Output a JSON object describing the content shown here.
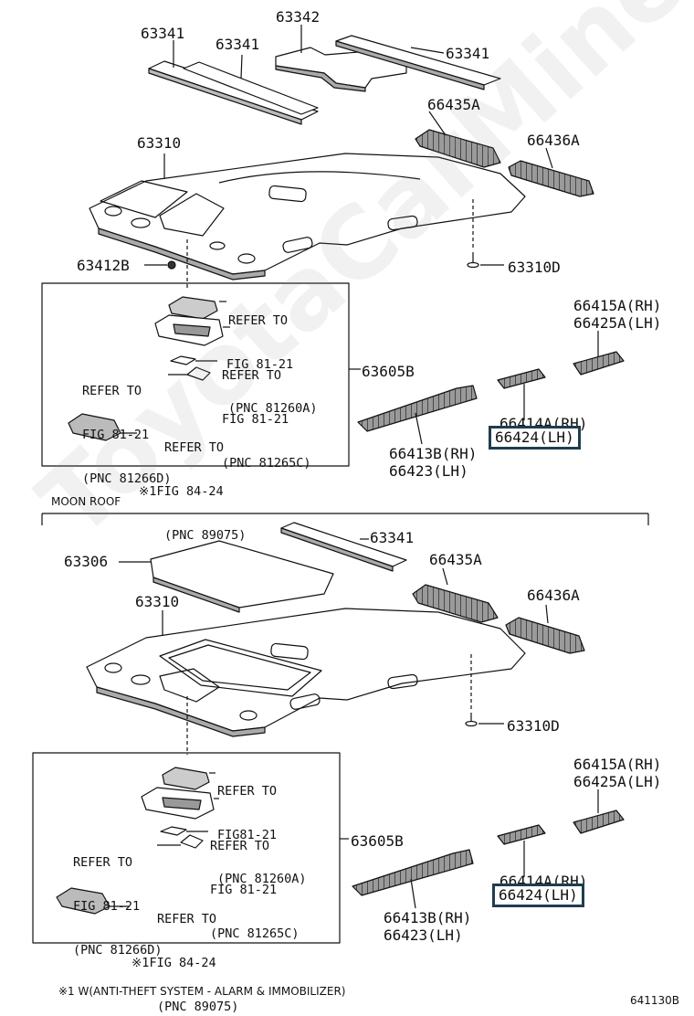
{
  "watermark": "ToyotaCarMine.ru",
  "section_label": "MOON ROOF",
  "footnote": "※1 W(ANTI-THEFT SYSTEM - ALARM & IMMOBILIZER)",
  "figure_id": "641130B",
  "labels": {
    "a_63341_left": "63341",
    "a_63341_mid": "63341",
    "a_63342": "63342",
    "a_63341_right": "63341",
    "a_66435A": "66435A",
    "a_66436A": "66436A",
    "a_63310": "63310",
    "a_63412B": "63412B",
    "a_63310D": "63310D",
    "a_66415A": "66415A(RH)",
    "a_66425A": "66425A(LH)",
    "a_63605B": "63605B",
    "a_66414A": "66414A(RH)",
    "a_66424": "66424(LH)",
    "a_66413B": "66413B(RH)",
    "a_66423": "66423(LH)",
    "b_63341": "63341",
    "b_63306": "63306",
    "b_66435A": "66435A",
    "b_66436A": "66436A",
    "b_63310": "63310",
    "b_63310D": "63310D",
    "b_66415A": "66415A(RH)",
    "b_66425A": "66425A(LH)",
    "b_63605B": "63605B",
    "b_66414A": "66414A(RH)",
    "b_66424": "66424(LH)",
    "b_66413B": "66413B(RH)",
    "b_66423": "66423(LH)"
  },
  "refs": {
    "a_ref1": [
      "REFER TO",
      "FIG 81-21",
      "(PNC 81260A)"
    ],
    "a_ref2": [
      "REFER TO",
      "FIG 81-21",
      "(PNC 81265C)"
    ],
    "a_ref3": [
      "REFER TO",
      "FIG 81-21",
      "(PNC 81266D)"
    ],
    "a_ref4": [
      "REFER TO",
      "※1FIG 84-24",
      "(PNC 89075)"
    ],
    "b_ref1": [
      "REFER TO",
      "FIG81-21",
      "(PNC 81260A)"
    ],
    "b_ref2": [
      "REFER TO",
      "FIG 81-21",
      "(PNC 81265C)"
    ],
    "b_ref3": [
      "REFER TO",
      "FIG 81-21",
      "(PNC 81266D)"
    ],
    "b_ref4": [
      "REFER TO",
      "※1FIG 84-24",
      "(PNC 89075)"
    ]
  }
}
